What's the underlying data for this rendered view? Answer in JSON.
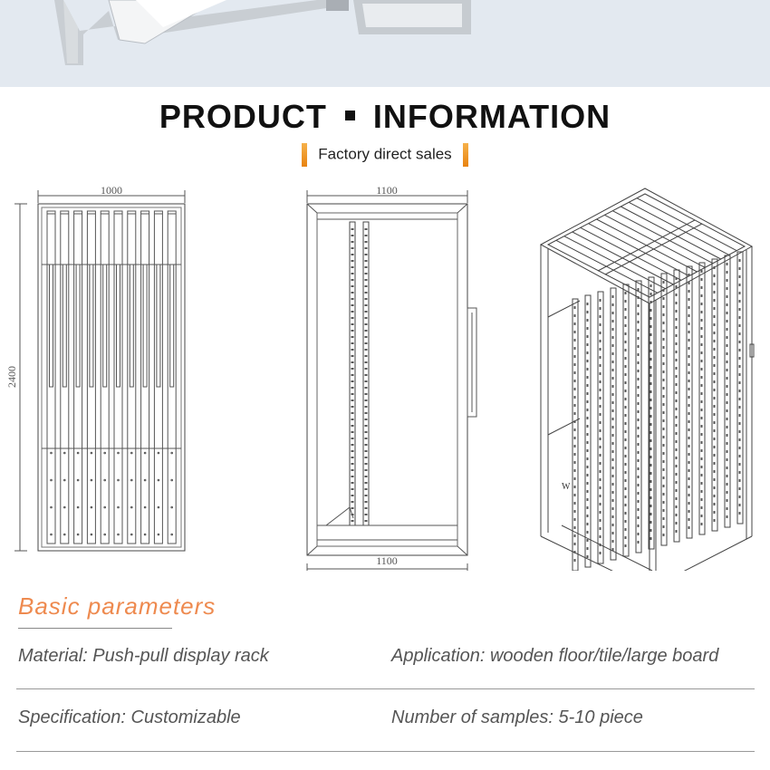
{
  "header": {
    "title_left": "PRODUCT",
    "title_right": "INFORMATION",
    "subtitle": "Factory direct sales"
  },
  "drawings": {
    "front": {
      "width_label": "1000",
      "height_label": "2400"
    },
    "side": {
      "top_label": "1100",
      "bottom_label": "1100"
    },
    "iso": {
      "label": "W"
    }
  },
  "parameters": {
    "heading": "Basic parameters",
    "rows": [
      {
        "left": "Material: Push-pull display rack",
        "right": "Application: wooden floor/tile/large board"
      },
      {
        "left": "Specification: Customizable",
        "right": "Number of samples: 5-10 piece"
      }
    ]
  },
  "colors": {
    "accent": "#ee8a4f",
    "bar": "#f0a030",
    "line": "#555555"
  }
}
